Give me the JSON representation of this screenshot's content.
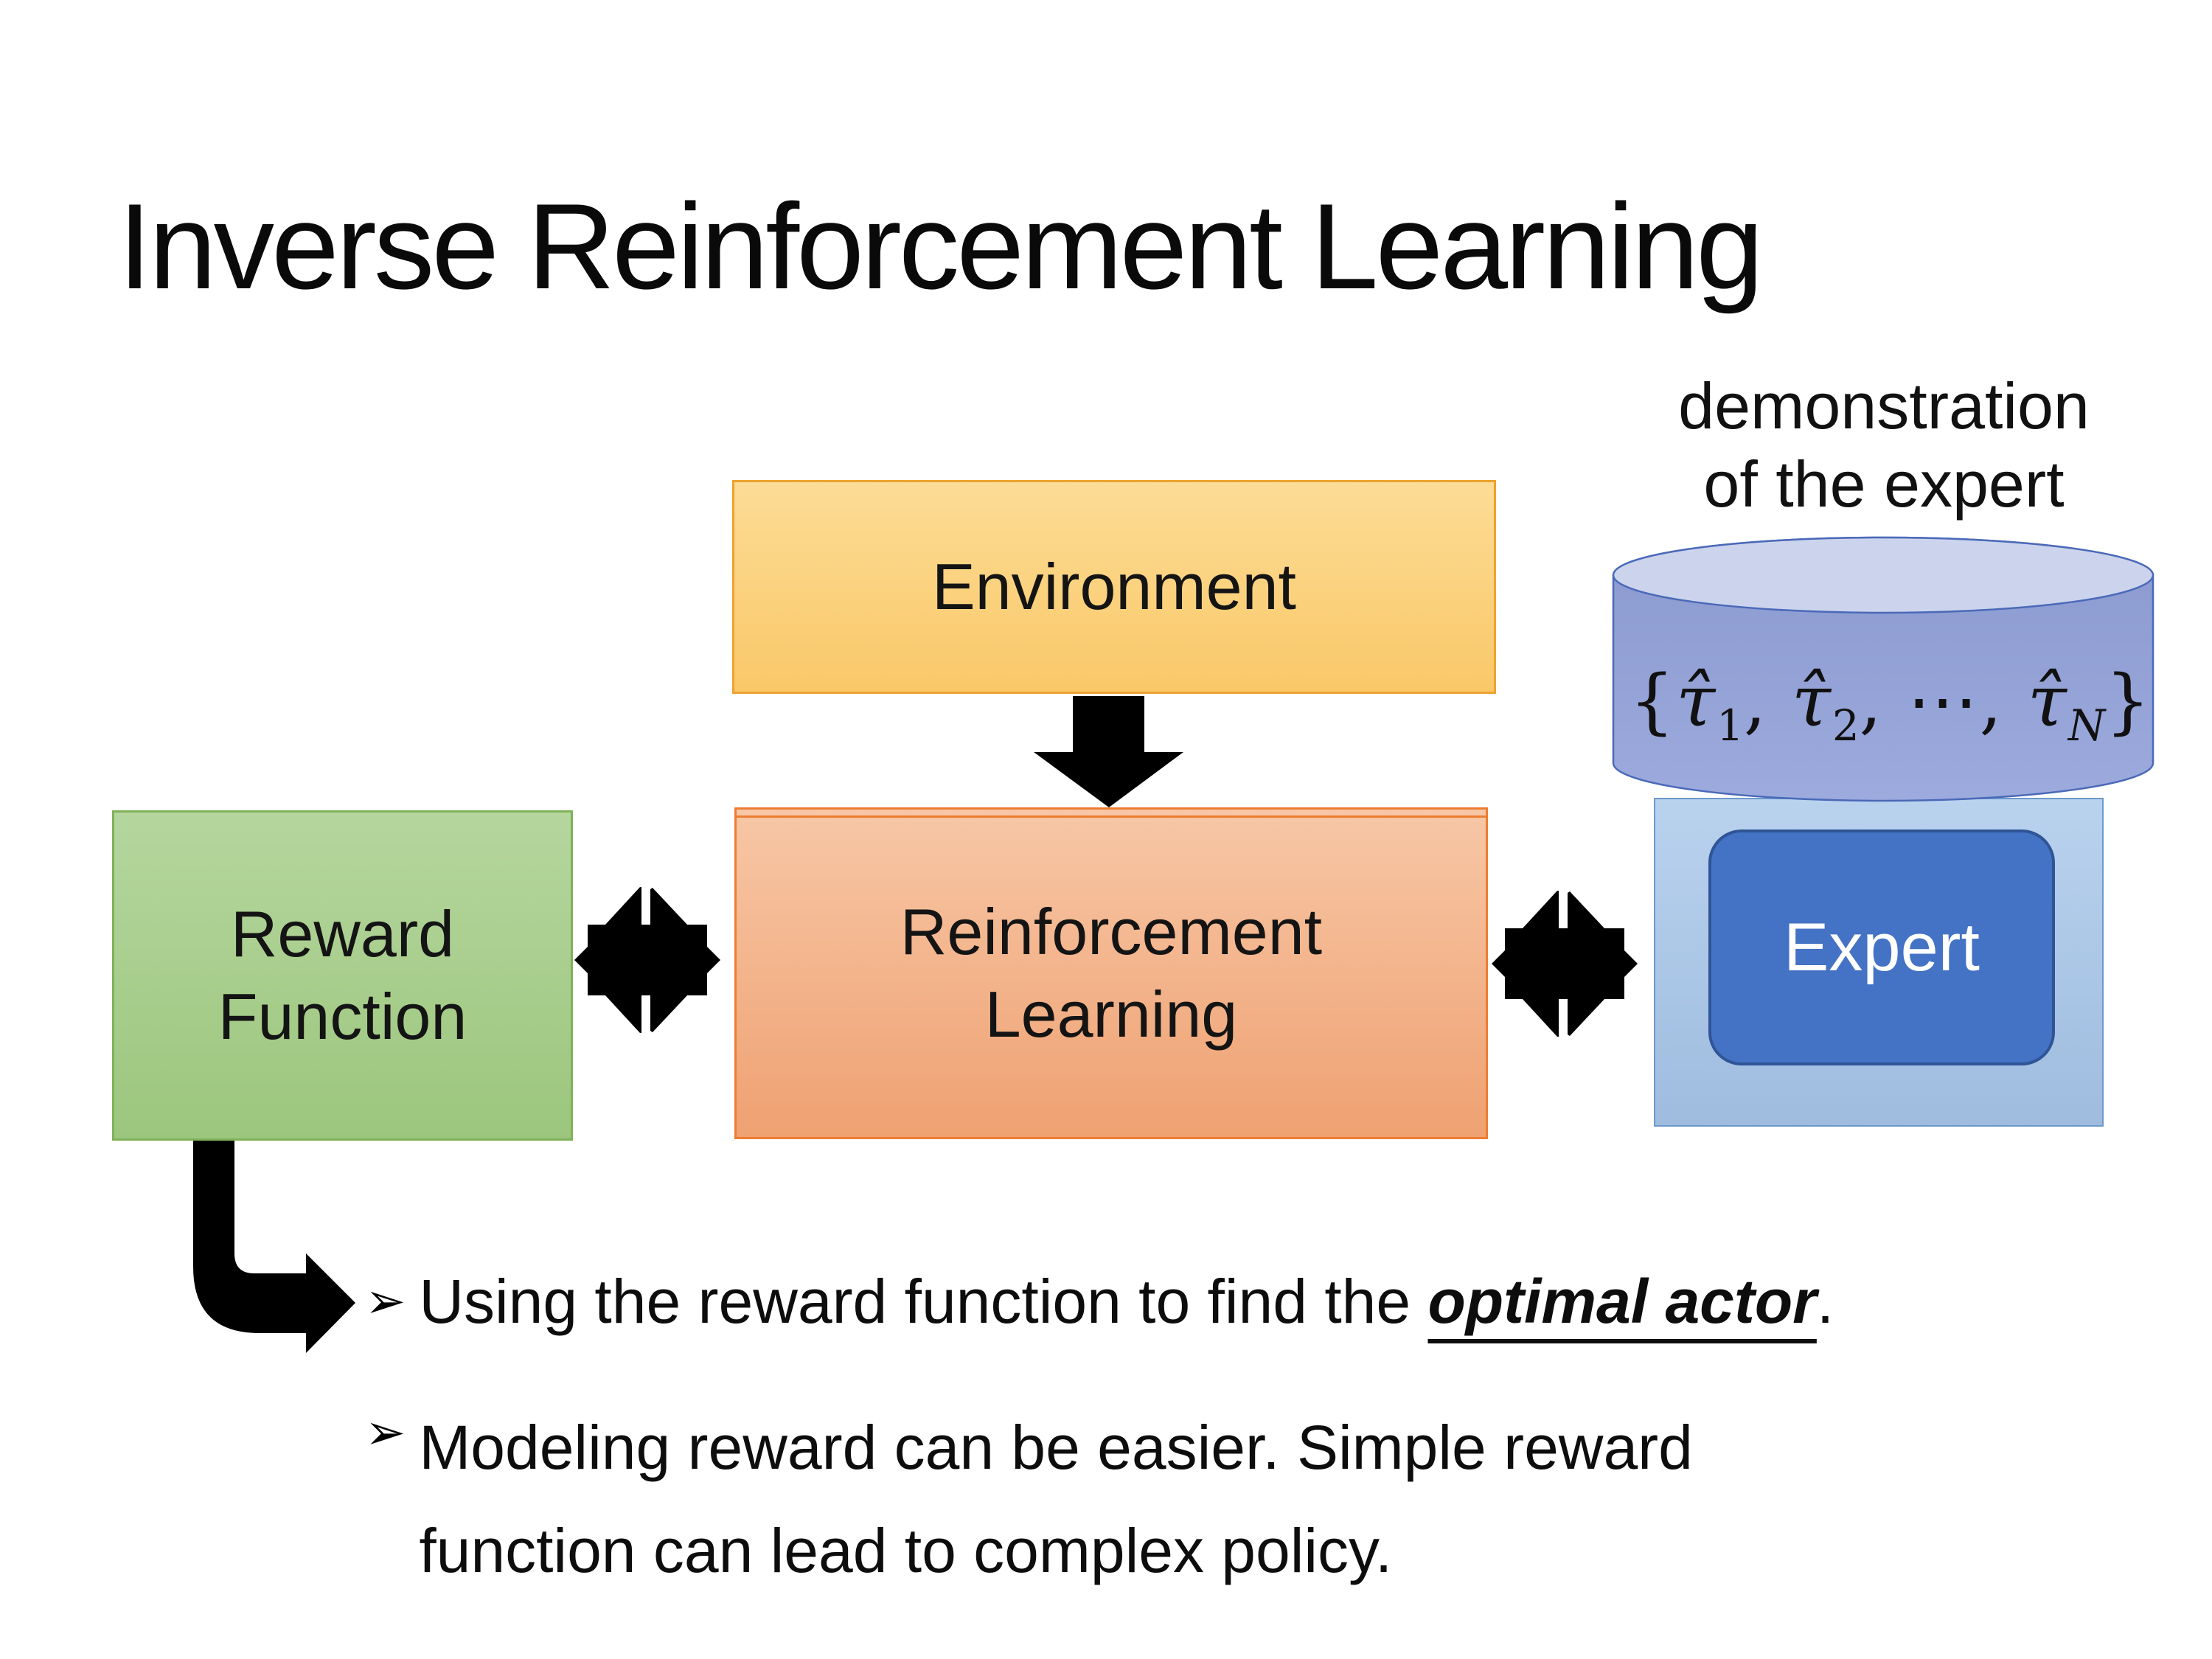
{
  "slide": {
    "title": "Inverse Reinforcement Learning"
  },
  "diagram": {
    "environment_box": {
      "label": "Environment"
    },
    "reward_box": {
      "label_line1": "Reward",
      "label_line2": "Function"
    },
    "rl_box": {
      "label_line1": "Reinforcement",
      "label_line2": "Learning"
    },
    "expert": {
      "label": "Expert"
    },
    "demonstration_caption": {
      "line1": "demonstration",
      "line2": "of the expert"
    },
    "cylinder": {
      "formula_text": "{τ̂₁, τ̂₂, ⋯ , τ̂_N}",
      "formula": {
        "open": "{",
        "tau": "τ̂",
        "sub1": "1",
        "sub2": "2",
        "subN": "N",
        "comma": ", ",
        "cdots": "⋯",
        "close": "}"
      }
    }
  },
  "bullets": {
    "marker": "➢",
    "item1": {
      "before": "Using the reward function to find the ",
      "emphasis": "optimal actor",
      "after": "."
    },
    "item2": {
      "line1": "Modeling reward can be easier. Simple reward",
      "line2": "function can lead to complex policy."
    }
  },
  "colors": {
    "text_color": "#111111",
    "arrow_black": "#000000",
    "env_fill_top": "#FCDC96",
    "env_fill_bottom": "#FAC868",
    "env_border": "#EFA22F",
    "green_fill_top": "#B5D69E",
    "green_fill_bottom": "#9CC67D",
    "green_border": "#7FB259",
    "rl_fill_top": "#F7C7A6",
    "rl_fill_bottom": "#EFA172",
    "rl_border": "#ED7D31",
    "expert_panel_top": "#B9D2EE",
    "expert_panel_bottom": "#9FBCDF",
    "expert_panel_border": "#6C98CC",
    "expert_fill": "#4472C4",
    "expert_border": "#2F5597",
    "cylinder_top_fill": "#CBD4EC",
    "cylinder_body_top": "#8A99CF",
    "cylinder_body_bottom": "#9CAADD",
    "cylinder_outline": "#4A69B8"
  }
}
